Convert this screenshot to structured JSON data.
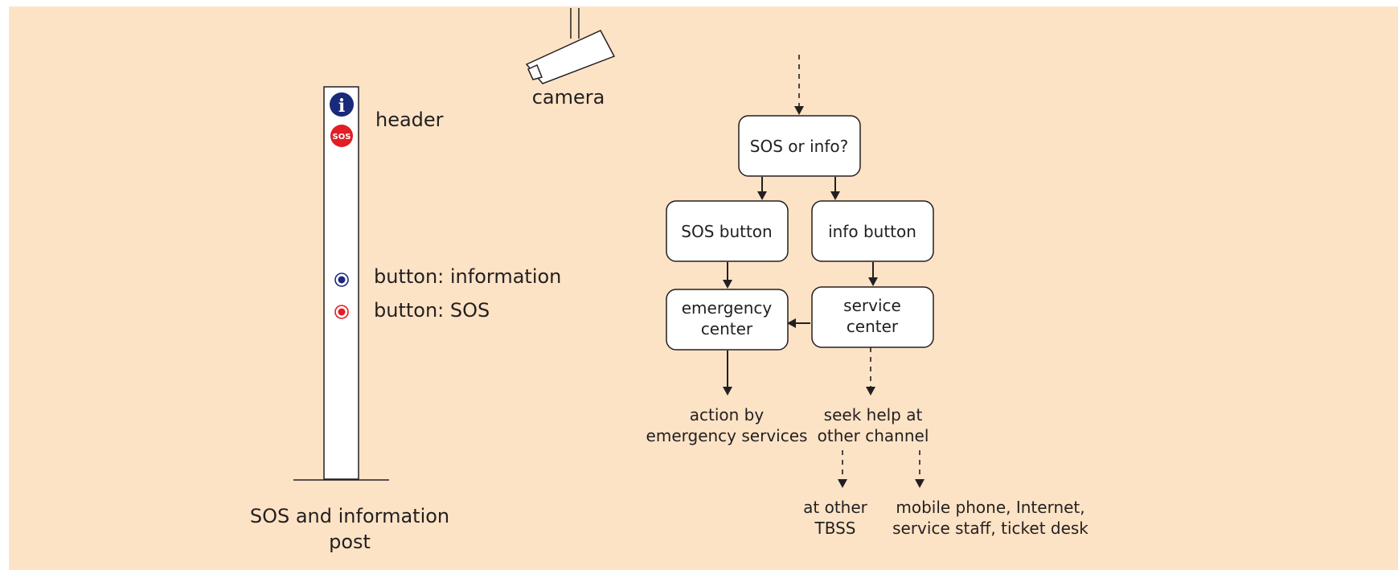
{
  "colors": {
    "background": "#fde3c6",
    "info_blue": "#1a2a7a",
    "sos_red": "#e21d24",
    "stroke": "#231f20"
  },
  "post": {
    "header_label": "header",
    "info_icon_glyph": "i",
    "sos_icon_text": "SOS",
    "button_info_label": "button: information",
    "button_sos_label": "button: SOS",
    "caption_line1": "SOS and information",
    "caption_line2": "post"
  },
  "camera": {
    "label": "camera"
  },
  "flow": {
    "sos_or_info": "SOS or info?",
    "sos_button": "SOS button",
    "info_button": "info button",
    "emergency_center_line1": "emergency",
    "emergency_center_line2": "center",
    "service_center_line1": "service",
    "service_center_line2": "center",
    "action_line1": "action by",
    "action_line2": "emergency services",
    "seek_line1": "seek help at",
    "seek_line2": "other channel",
    "tbss_line1": "at other",
    "tbss_line2": "TBSS",
    "mobile_line1": "mobile phone, Internet,",
    "mobile_line2": "service staff, ticket desk"
  }
}
